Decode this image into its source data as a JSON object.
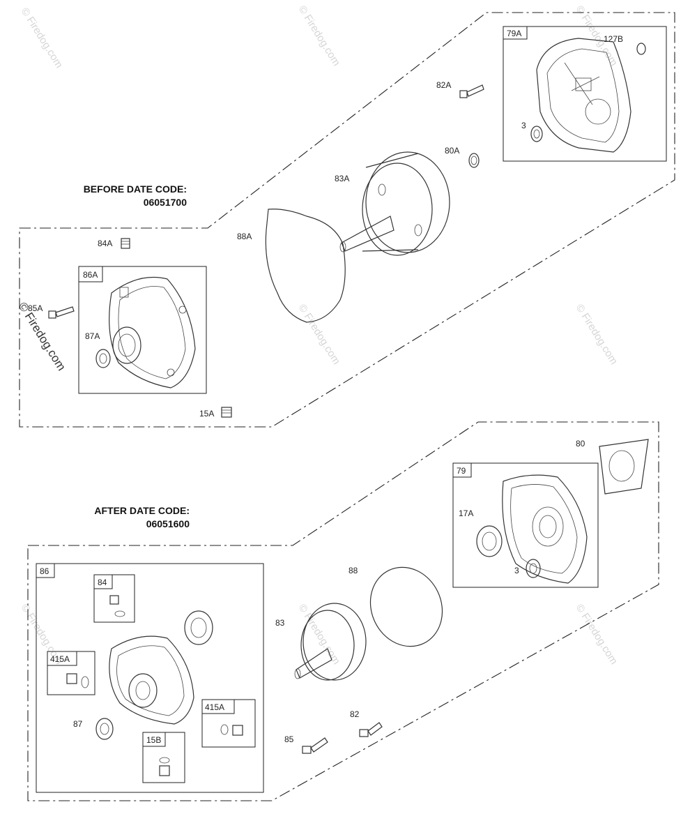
{
  "watermark": "© Firedog.com",
  "sections": {
    "before": {
      "heading": "BEFORE DATE CODE:",
      "code": "06051700"
    },
    "after": {
      "heading": "AFTER DATE CODE:",
      "code": "06051600"
    }
  },
  "parts": {
    "p79A": "79A",
    "p127B": "127B",
    "p82A": "82A",
    "p3a": "3",
    "p80A": "80A",
    "p83A": "83A",
    "p88A": "88A",
    "p84A": "84A",
    "p86A": "86A",
    "p85A": "85A",
    "p87A": "87A",
    "p15A": "15A",
    "p80": "80",
    "p79": "79",
    "p17A": "17A",
    "p3b": "3",
    "p88": "88",
    "p86": "86",
    "p84": "84",
    "p83": "83",
    "p415A_a": "415A",
    "p415A_b": "415A",
    "p87": "87",
    "p15B": "15B",
    "p82": "82",
    "p85": "85"
  }
}
